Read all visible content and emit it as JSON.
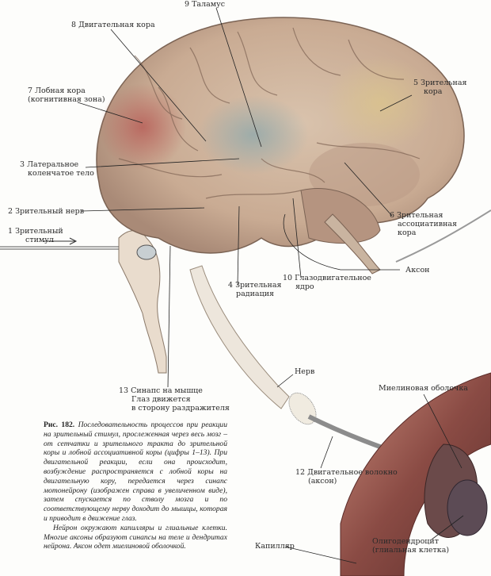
{
  "labels": {
    "l9": "9  Таламус",
    "l8": "8  Двигательная кора",
    "l7a": "7  Лобная кора",
    "l7b": "(когнитивная зона)",
    "l5a": "5  Зрительная",
    "l5b": "кора",
    "l3a": "3  Латеральное",
    "l3b": "коленчатое тело",
    "l6a": "6  Зрительная",
    "l6b": "ассоциативная",
    "l6c": "кора",
    "l2": "2  Зрительный нерв",
    "l1a": "1  Зрительный",
    "l1b": "стимул",
    "axon": "Аксон",
    "l4a": "4  Зрительная",
    "l4b": "радиация",
    "l10a": "10  Глазодвигательное",
    "l10b": "ядро",
    "nerve": "Нерв",
    "l13a": "13  Синапс на мышце",
    "l13b": "Глаз движется",
    "l13c": "в сторону раздражителя",
    "myelin": "Миелиновая оболочка",
    "l12a": "12  Двигательное волокно",
    "l12b": "(аксон)",
    "capillary": "Капилляр",
    "oligoa": "Олигодендроцит",
    "oligob": "(глиальная клетка)"
  },
  "caption": {
    "fig": "Рис. 182.",
    "p1": "Последовательность процессов при реакции на зрительный стимул, прослеженная через весь мозг – от сетчатки и зрительного тракта до зрительной коры и лобной ассоциативной коры (цифры 1–13). При двигательной реакции, если она происходит, возбуждение распространяется с лобной коры на двигательную кору, передается через синапс мотонейрону (изображен справа в увеличенном виде), затем спускается по стволу мозга и по соответствующему нерву доходит до мышцы, которая и приводит в движение глаз.",
    "p2": "Нейрон окружают капилляры и глиальные клетки. Многие аксоны образуют синапсы на теле и дендритах нейрона. Аксон одет миелиновой оболочкой."
  }
}
